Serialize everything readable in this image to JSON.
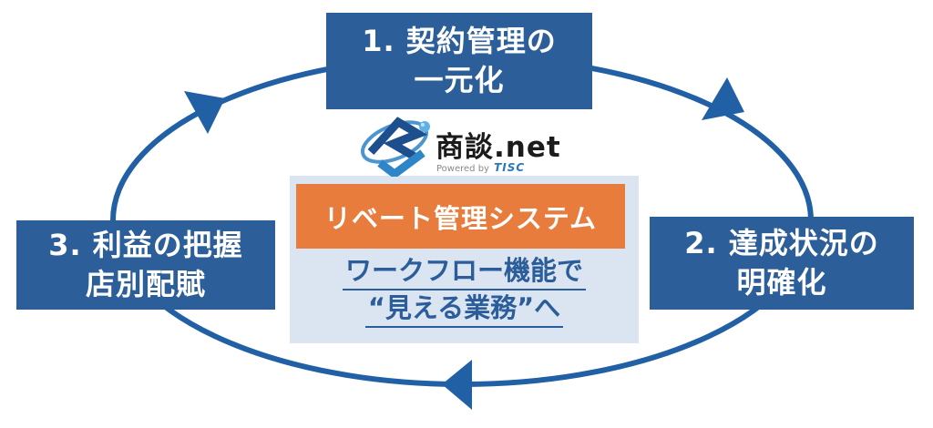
{
  "diagram": {
    "steps": [
      {
        "line1": "1. 契約管理の",
        "line2": "一元化"
      },
      {
        "line1": "2. 達成状況の",
        "line2": "明確化"
      },
      {
        "line1": "3. 利益の把握",
        "line2": "店別配賦"
      }
    ],
    "center_panel": {
      "banner": "リベート管理システム",
      "subtitle_line1": "ワークフロー機能で",
      "subtitle_line2": "“見える業務”へ"
    },
    "logo": {
      "brand": "商談.net",
      "powered_by": "Powered by",
      "vendor": "TISC"
    },
    "colors": {
      "step_box_blue": "#2c5e99",
      "cycle_arc_blue": "#2160a4",
      "banner_orange": "#e77c3d",
      "panel_background": "#dbe4f1",
      "subtitle_blue": "#2b5d9b"
    }
  }
}
